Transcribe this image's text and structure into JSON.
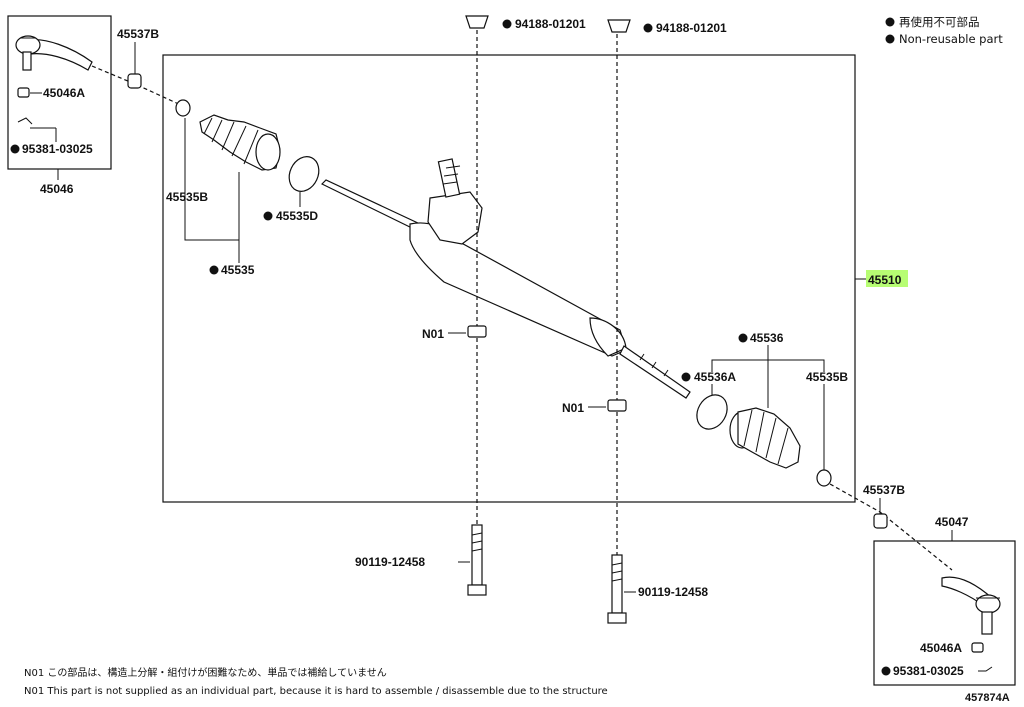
{
  "legend": {
    "jp": "再使用不可部品",
    "en": "Non-reusable part"
  },
  "labels": {
    "tie_rod_end_left_group": "45046",
    "tie_rod_end_right_group": "45047",
    "rack_assembly": "45510",
    "boot_left": "45535",
    "boot_right": "45536",
    "clamp_45535b_left": "45535B",
    "clamp_45535b_right": "45535B",
    "clamp_45535d": "45535D",
    "clamp_45536a": "45536A",
    "cap_45537b_left": "45537B",
    "cap_45537b_right": "45537B",
    "nut_45046a_left": "45046A",
    "nut_45046a_right": "45046A",
    "cotter_pin_left": "95381-03025",
    "cotter_pin_right": "95381-03025",
    "grommet_left": "94188-01201",
    "grommet_right": "94188-01201",
    "bolt_left": "90119-12458",
    "bolt_right": "90119-12458",
    "nut_n01_left": "N01",
    "nut_n01_right": "N01"
  },
  "notes": {
    "jp": "N01 この部品は、構造上分解・組付けが困難なため、単品では補給していません",
    "en": "N01 This part is not supplied as an individual part, because it is hard to assemble / disassemble due to the structure"
  },
  "diagram_number": "457874A",
  "colors": {
    "line": "#111111",
    "highlight": "#7CFC00",
    "background": "#ffffff"
  }
}
